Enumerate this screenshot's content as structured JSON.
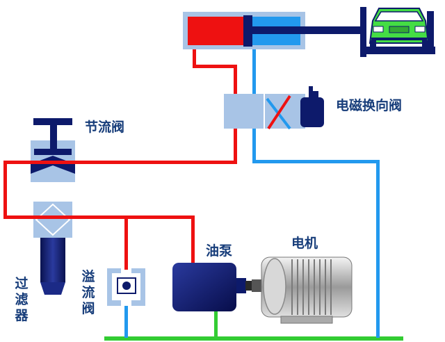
{
  "labels": {
    "solenoid_valve": "电磁换向阀",
    "throttle_valve": "节流阀",
    "oil_pump": "油泵",
    "motor": "电机",
    "filter_chars": [
      "过",
      "滤",
      "器"
    ],
    "relief_chars": [
      "溢",
      "流",
      "阀"
    ]
  },
  "colors": {
    "pressure_line": "#ee1111",
    "return_line": "#2299ee",
    "ground_line": "#33cc33",
    "label_text": "#173d7a",
    "component_dark": "#0d1a6b",
    "component_light": "#a8c4e6",
    "car_body": "#44dd44"
  },
  "icons": {
    "car": "car-icon",
    "motor": "electric-motor-icon",
    "pump": "oil-pump-icon"
  }
}
